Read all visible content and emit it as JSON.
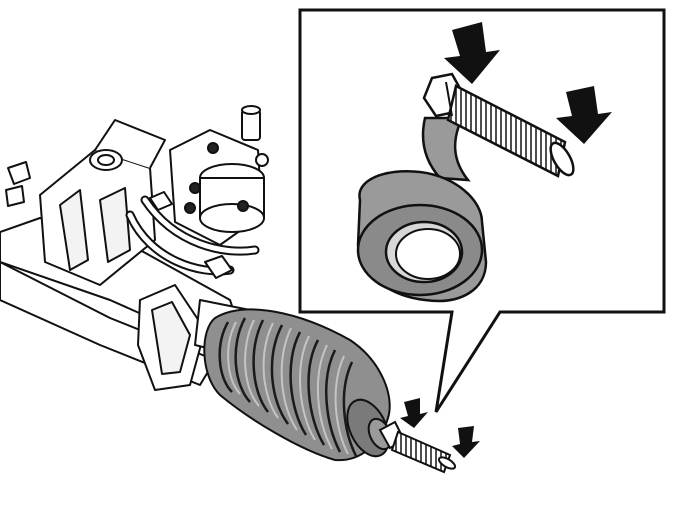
{
  "figure": {
    "subject": "steering-rack-assembly",
    "detail_subject": "threaded-tie-rod-end-and-tape-roll",
    "colors": {
      "line": "#111111",
      "boot_fill": "#8f8f8f",
      "boot_rib_light": "#b0b0b0",
      "tape_fill": "#9a9a9a",
      "tape_inner": "#d8d8d8",
      "bolt_thread": "#444444",
      "arrow_fill": "#111111",
      "background": "#ffffff"
    },
    "arrows": [
      {
        "target": "bolt-head-top",
        "icon": "down-arrow-icon"
      },
      {
        "target": "bolt-thread-end",
        "icon": "down-arrow-icon"
      },
      {
        "target": "tie-rod-end-base",
        "icon": "down-arrow-icon"
      },
      {
        "target": "tie-rod-end-tip",
        "icon": "down-arrow-icon"
      }
    ]
  }
}
